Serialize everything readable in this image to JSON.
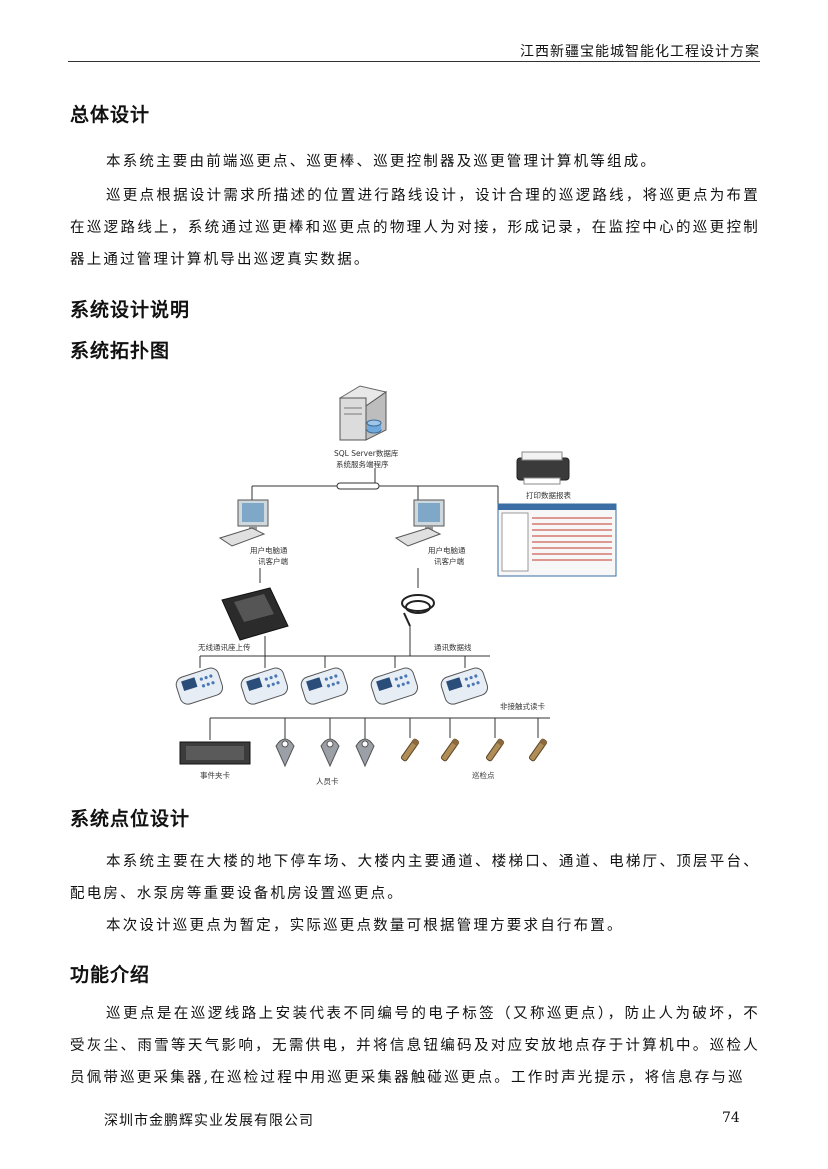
{
  "header": {
    "title": "江西新疆宝能城智能化工程设计方案"
  },
  "sections": {
    "overall": {
      "heading": "总体设计",
      "para1": "本系统主要由前端巡更点、巡更棒、巡更控制器及巡更管理计算机等组成。",
      "para2": "巡更点根据设计需求所描述的位置进行路线设计，设计合理的巡逻路线，将巡更点为布置在巡逻路线上，系统通过巡更棒和巡更点的物理人为对接，形成记录，在监控中心的巡更控制器上通过管理计算机导出巡逻真实数据。"
    },
    "design_desc": {
      "heading": "系统设计说明"
    },
    "topology": {
      "heading": "系统拓扑图"
    },
    "points": {
      "heading": "系统点位设计",
      "para1": "本系统主要在大楼的地下停车场、大楼内主要通道、楼梯口、通道、电梯厅、顶层平台、配电房、水泵房等重要设备机房设置巡更点。",
      "para2": "本次设计巡更点为暂定，实际巡更点数量可根据管理方要求自行布置。"
    },
    "functions": {
      "heading": "功能介绍",
      "para1": "巡更点是在巡逻线路上安装代表不同编号的电子标签（又称巡更点），防止人为破坏，不受灰尘、雨雪等天气影响，无需供电，并将信息钮编码及对应安放地点存于计算机中。巡检人员佩带巡更采集器,在巡检过程中用巡更采集器触碰巡更点。工作时声光提示，将信息存与巡"
    }
  },
  "diagram": {
    "server_label_1": "SQL Server数据库",
    "server_label_2": "系统服务端程序",
    "printer_label": "打印数据报表",
    "client1_label_1": "用户电脑通",
    "client1_label_2": "讯客户端",
    "client2_label_1": "用户电脑通",
    "client2_label_2": "讯客户端",
    "wireless_label": "无线通讯座上传",
    "cable_label": "通讯数据线",
    "contactless_label": "非接触式读卡",
    "event_card_label": "事件夹卡",
    "person_card_label": "人员卡",
    "patrol_point_label": "巡检点"
  },
  "footer": {
    "company": "深圳市金鹏辉实业发展有限公司",
    "page": "74"
  }
}
